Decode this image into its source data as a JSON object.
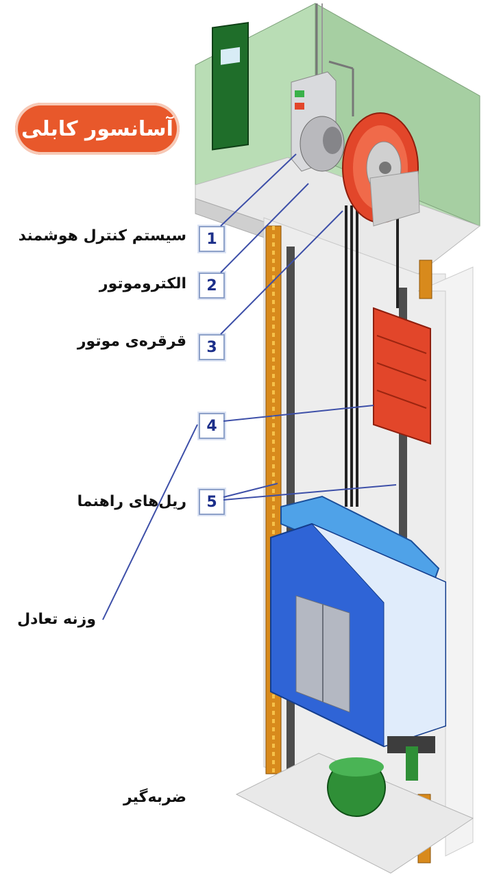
{
  "title": "آسانسور کابلی",
  "parts": [
    {
      "number": "1",
      "label": "سیستم کنترل هوشمند"
    },
    {
      "number": "2",
      "label": "الکتروموتور"
    },
    {
      "number": "3",
      "label": "قرقره‌ی موتور"
    },
    {
      "number": "4",
      "label": ""
    },
    {
      "number": "5",
      "label": "ریل‌های راهنما"
    }
  ],
  "extra_labels": {
    "counterweight": "وزنه تعادل",
    "buffer": "ضربه‌گیر"
  },
  "colors": {
    "title_bg": "#e8582b",
    "wall": "#b7dcb4",
    "door": "#1f6e2a",
    "pulley": "#e2462a",
    "car": "#2f64d6",
    "counterweight": "#e2462a",
    "buffer": "#2f8f37",
    "rail": "#d88a1c",
    "leader": "#3d4fa8"
  }
}
